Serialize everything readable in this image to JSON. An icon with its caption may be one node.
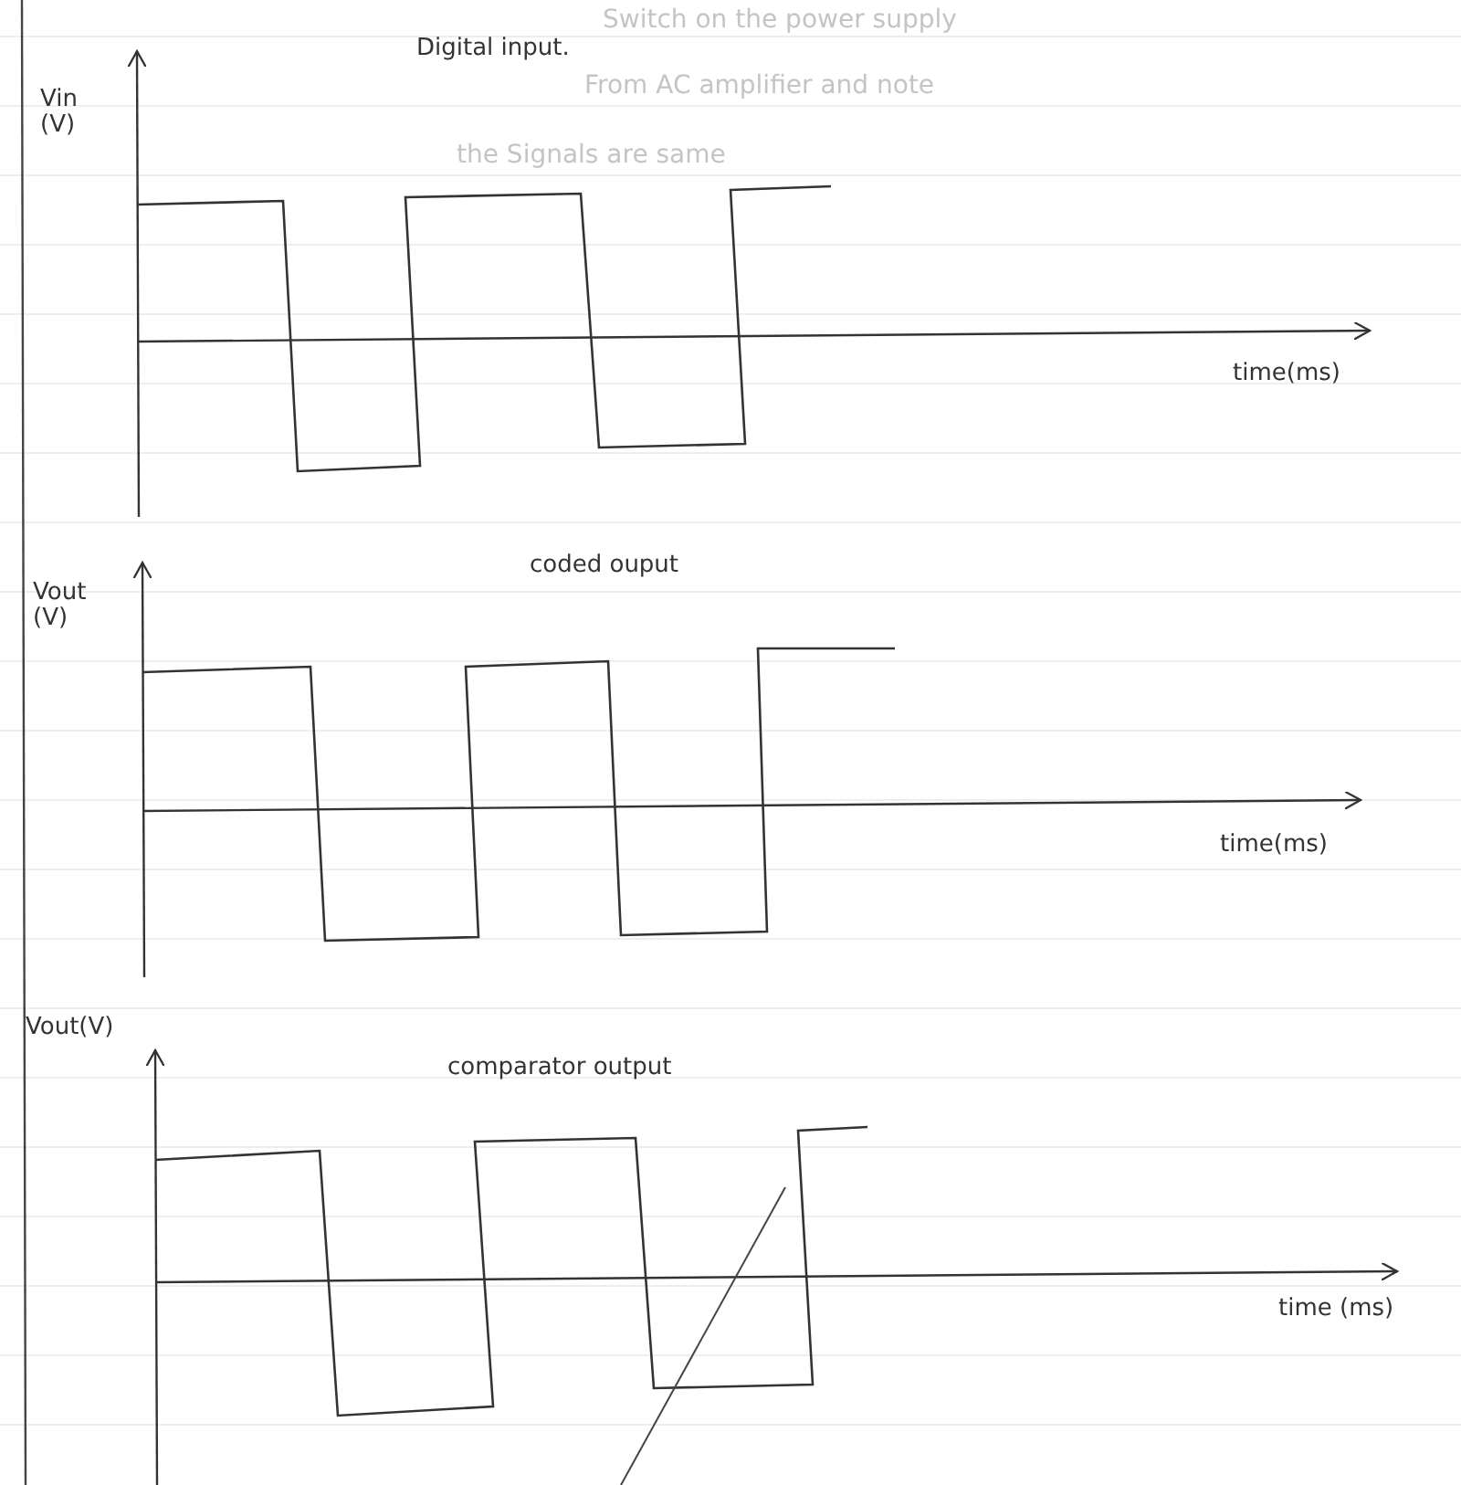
{
  "diagram": {
    "labels": [
      "Switch on the power supply",
      "From AC amplifier and note",
      "the Signals are same",
      "Vin (V)",
      "Digital input.",
      "time(ms)",
      "Vout (V)",
      "coded ouput",
      "time(ms)",
      "Vout(V)",
      "comparator output",
      "time (ms)"
    ]
  }
}
